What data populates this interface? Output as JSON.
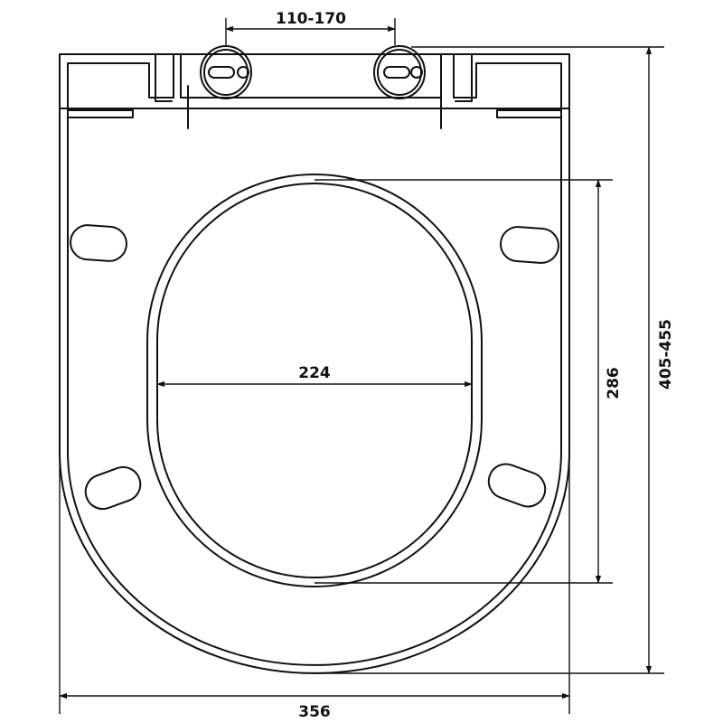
{
  "dimensions": {
    "hinge_spacing": "110-170",
    "opening_width": "224",
    "opening_length": "286",
    "overall_length": "405-455",
    "overall_width": "356"
  },
  "colors": {
    "line": "#111111",
    "background": "#ffffff"
  }
}
